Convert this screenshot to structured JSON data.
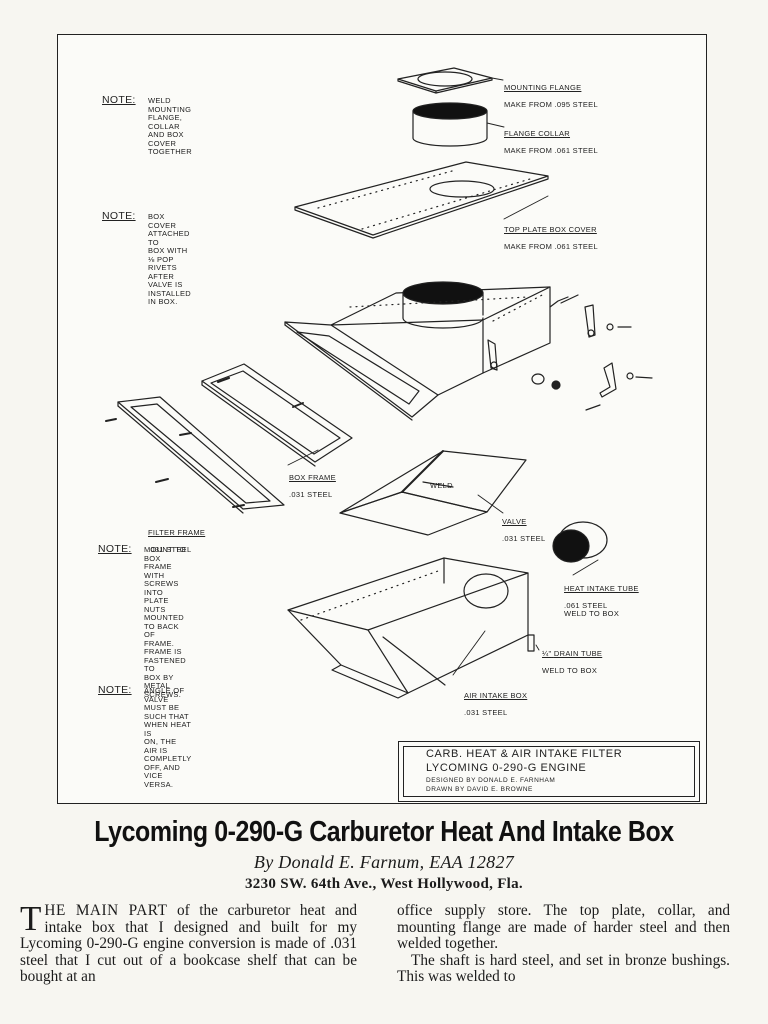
{
  "drawing": {
    "parts": {
      "mounting_flange": {
        "name": "MOUNTING FLANGE",
        "spec": "MAKE FROM .095 STEEL"
      },
      "flange_collar": {
        "name": "FLANGE COLLAR",
        "spec": "MAKE FROM .061 STEEL"
      },
      "top_plate": {
        "name": "TOP PLATE BOX COVER",
        "spec": "MAKE FROM .061 STEEL"
      },
      "box_frame": {
        "name": "BOX FRAME",
        "spec": ".031 STEEL"
      },
      "filter_frame": {
        "name": "FILTER FRAME",
        "spec": ".031 STEEL"
      },
      "weld": {
        "name": "WELD"
      },
      "valve": {
        "name": "VALVE",
        "spec": ".031 STEEL"
      },
      "heat_tube": {
        "name": "HEAT INTAKE TUBE",
        "spec": ".061 STEEL\nWELD TO BOX"
      },
      "drain_tube": {
        "size": "¼\"",
        "name": "DRAIN TUBE",
        "spec": "WELD TO BOX"
      },
      "air_box": {
        "name": "AIR INTAKE BOX",
        "spec": ".031 STEEL"
      }
    },
    "notes": [
      {
        "key": "NOTE:",
        "text": "WELD MOUNTING FLANGE, COLLAR\nAND BOX COVER TOGETHER"
      },
      {
        "key": "NOTE:",
        "text": "BOX COVER ATTACHED TO\nBOX WITH ⅛ POP RIVETS AFTER\nVALVE IS INSTALLED IN BOX."
      },
      {
        "key": "NOTE:",
        "text": "MOUNT TO BOX FRAME\nWITH SCREWS INTO PLATE\nNUTS MOUNTED TO BACK\nOF FRAME. FRAME IS FASTENED TO\nBOX BY METAL SCREWS."
      },
      {
        "key": "NOTE:",
        "text": "ANGLE OF VALVE MUST BE\nSUCH THAT WHEN HEAT IS\nON, THE AIR IS COMPLETLY\nOFF, AND VICE VERSA."
      }
    ],
    "title_block": {
      "line1": "CARB. HEAT & AIR INTAKE FILTER",
      "line2": "LYCOMING 0-290-G ENGINE",
      "line3": "DESIGNED BY DONALD E. FARNHAM",
      "line4": "DRAWN BY DAVID E. BROWNE"
    }
  },
  "article": {
    "title": "Lycoming 0-290-G Carburetor Heat And Intake Box",
    "byline": "By Donald E. Farnum, EAA 12827",
    "address": "3230 SW. 64th Ave., West Hollywood, Fla.",
    "dropcap": "T",
    "col1_lead": "HE MAIN PART",
    "col1_rest": " of the carburetor heat and intake box that I designed and built for my Lycoming 0-290-G engine conversion is made of .031 steel that I cut out of a bookcase shelf that can be bought at an",
    "col2_p1": "office supply store. The top plate, collar, and mounting flange are made of harder steel and then welded together.",
    "col2_p2": "The shaft is hard steel, and set in bronze bushings. This was welded to"
  }
}
